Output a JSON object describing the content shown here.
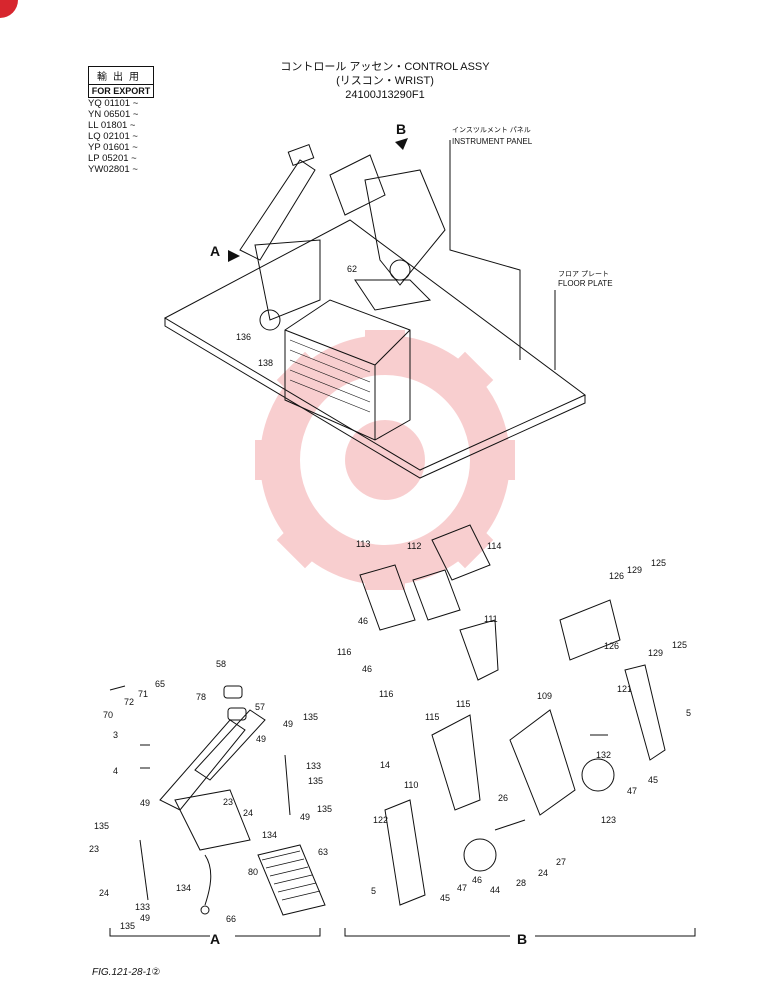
{
  "export_box": {
    "jp": "輸出用",
    "en": "FOR EXPORT"
  },
  "serials": [
    "YQ 01101 ~",
    "YN 06501 ~",
    "LL 01801 ~",
    "LQ 02101 ~",
    "YP 01601 ~",
    "LP 05201 ~",
    "YW02801 ~"
  ],
  "title": {
    "line1": "コントロール アッセン・CONTROL ASSY",
    "line2": "(リスコン・WRIST)",
    "line3": "24100J13290F1"
  },
  "labels": {
    "instrument_panel_jp": "インスツルメント パネル",
    "instrument_panel_en": "INSTRUMENT PANEL",
    "floor_plate_jp": "フロア プレート",
    "floor_plate_en": "FLOOR PLATE",
    "view_a": "A",
    "view_b": "B",
    "section_a": "A",
    "section_b": "B"
  },
  "callouts_top": [
    "62",
    "136",
    "138"
  ],
  "callouts_a": [
    "58",
    "78",
    "57",
    "65",
    "71",
    "72",
    "70",
    "3",
    "4",
    "49",
    "135",
    "133",
    "49",
    "135",
    "23",
    "24",
    "134",
    "49",
    "49",
    "135",
    "23",
    "24",
    "133",
    "134",
    "49",
    "135",
    "80",
    "63",
    "66",
    "135"
  ],
  "callouts_b": [
    "113",
    "112",
    "114",
    "111",
    "46",
    "116",
    "46",
    "116",
    "115",
    "115",
    "109",
    "14",
    "110",
    "26",
    "122",
    "5",
    "45",
    "47",
    "46",
    "44",
    "28",
    "24",
    "27",
    "123",
    "132",
    "47",
    "45",
    "121",
    "5",
    "126",
    "129",
    "125",
    "126",
    "129",
    "125"
  ],
  "doc_ref": "FIG.121-28-1②"
}
